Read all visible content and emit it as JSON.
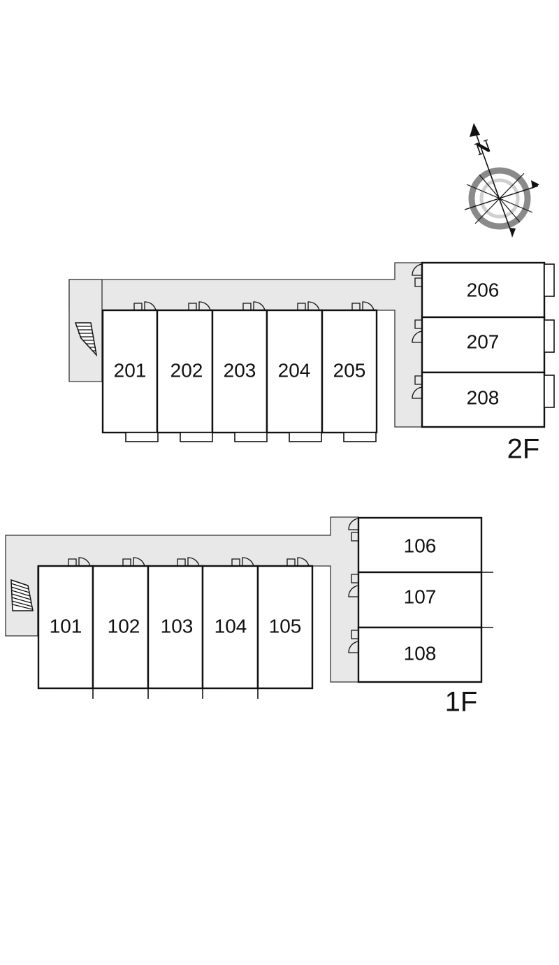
{
  "floors": [
    {
      "id": "2F",
      "label": "2F",
      "rooms_row": [
        "201",
        "202",
        "203",
        "204",
        "205"
      ],
      "rooms_stack": [
        "206",
        "207",
        "208"
      ]
    },
    {
      "id": "1F",
      "label": "1F",
      "rooms_row": [
        "101",
        "102",
        "103",
        "104",
        "105"
      ],
      "rooms_stack": [
        "106",
        "107",
        "108"
      ]
    }
  ],
  "compass": {
    "north_label": "N",
    "ring_color": "#888888"
  },
  "colors": {
    "corridor": "#e8e8e8",
    "wall": "#111111"
  }
}
